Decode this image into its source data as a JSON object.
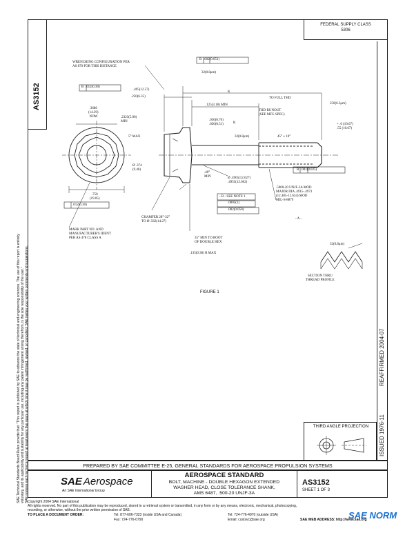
{
  "doc_number": "AS3152",
  "federal_supply_class": "FEDERAL SUPPLY CLASS\n5306",
  "reaffirmed": "REAFFIRMED 2004-07",
  "issued": "ISSUED 1976-11",
  "third_angle": "THIRD ANGLE PROJECTION",
  "figure_caption": "FIGURE 1",
  "prepared_by": "PREPARED BY SAE COMMITTEE E-25, GENERAL STANDARDS FOR AEROSPACE PROPULSION SYSTEMS",
  "standard_type": "AEROSPACE STANDARD",
  "title_lines": [
    "BOLT, MACHINE - DOUBLE HEXAGON EXTENDED",
    "WASHER HEAD, CLOSE TOLERANCE SHANK,",
    "AMS 6487, .500-20 UNJF-3A"
  ],
  "sheet": "SHEET 1 OF 3",
  "logo_sae": "SAE",
  "logo_aerospace": "Aerospace",
  "logo_tagline": "An SAE International Group",
  "copyright": "Copyright 2004 SAE International",
  "rights_text": "All rights reserved. No part of this publication may be reproduced, stored in a retrieval system or transmitted, in any form or by any means, electronic, mechanical, photocopying,",
  "rights_text2": "recording, or otherwise, without the prior written permission of SAE.",
  "order_label": "TO PLACE A DOCUMENT ORDER:",
  "tel_us": "Tel: 877-606-7323 (inside USA and Canada)",
  "tel_intl": "Tel: 724-776-4970 (outside USA)",
  "fax": "Fax: 724-776-0790",
  "email": "Email: custsvc@sae.org",
  "web": "SAE WEB ADDRESS: http://www.sae.org",
  "side_disclaimer_1": "SAE Technical Standards Board Rules provide that: \"This report is published by SAE to advance the state of technical and engineering sciences. The use of this report is entirely",
  "side_disclaimer_2": "voluntary, and its applicability and suitability for any particular use, including any patent infringement arising therefrom, is the sole responsibility of the user.\"",
  "side_disclaimer_3": "SAE reviews each technical report at least every five years at which time it may be reaffirmed, revised, or cancelled. SAE invites your written comments and suggestions.",
  "watermark": "SAE NORM",
  "annotations": {
    "wrenching": "WRENCHING CONFIGURATION PER\nAS 870 FOR THIS DISTANCE",
    "fcf_top_1": ".002(0.051)",
    "fcf_top_2": "B",
    "fcf_left_1": ".012(0.30)",
    "fcf_left_2": "B",
    "roughness_1": "32(0.8μm)",
    "k_label": "K",
    "full_thd": "TO FULL THD",
    "dim_495": ".495(12.57)",
    "dim_250": ".250(6.35)",
    "dim_125": ".125(3.18) MIN",
    "dim_3686": ".3686\n(14.29)\nNOM",
    "dim_2323": ".2323(5.90)\nMIN",
    "dim_5max": "5° MAX",
    "dim_030": ".030(0.76)\n.020(0.51)",
    "r_label": "R",
    "roughness_2": "32(0.8μm)",
    "runout": "THD RUNOUT\n(SEE MFG SPEC)",
    "angle": "45° ± 10°",
    "roughness_3": "250(6.3μm)",
    "lead": "+ .6  (10.67)\n   .55  (10.67)",
    "dim_374": "Ø .374\n(9.40)",
    "dim_40": ".40°\nMIN",
    "dim_4965": "Ø .4965(12.627)\n   .4955(12.662)",
    "fcf_right": ".001(0.025)",
    "fcf_right_b": "B",
    "note_b": "- B -  SEE NOTE 1",
    "dim_750": ".750\n(19.05)",
    "fcf_bottom": ".012(0.30)",
    "chamfer": "CHAMFER 28°-32°\nTO Ø .562(14.27)",
    "mark": "MARK PART NO. AND\nMANUFACTURER'S IDENT\nPER AS 478 CLASS A",
    "thread_spec": ".5000-20 UNJF-3A MOD\nMAJOR DIA .4915-.4973\n(12.485-12.634) MOD\nMIL-S-8879",
    "fcf_a": ".0005(1)",
    "fcf_a2": ".002(0.050)",
    "a_label": "- A -",
    "root": "35° MIN TO ROOT\nOF DOUBLE HEX",
    "dim_135": ".135(0.38) R MAX",
    "section_thru": "SECTION THRU\nTHREAD PROFILE",
    "roughness_4": "32(0.8μm)"
  }
}
